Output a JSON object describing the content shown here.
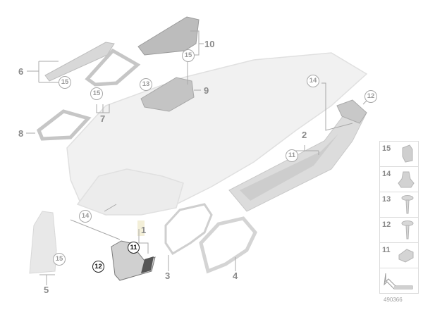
{
  "diagram": {
    "title": "Dashboard trim panels exploded parts diagram",
    "figure_id": "490366",
    "colors": {
      "line": "#a8a8a8",
      "part_fill": "#e6e6e6",
      "part_stroke": "#d0d0d0",
      "label": "#8a8a8a",
      "highlight": "#f3efd8"
    },
    "part_labels": [
      {
        "id": "1",
        "text": "1"
      },
      {
        "id": "2",
        "text": "2"
      },
      {
        "id": "3",
        "text": "3"
      },
      {
        "id": "4",
        "text": "4"
      },
      {
        "id": "5",
        "text": "5"
      },
      {
        "id": "6",
        "text": "6"
      },
      {
        "id": "7",
        "text": "7"
      },
      {
        "id": "8",
        "text": "8"
      },
      {
        "id": "9",
        "text": "9"
      },
      {
        "id": "10",
        "text": "10"
      }
    ],
    "callouts": [
      {
        "text": "15",
        "near": "6"
      },
      {
        "text": "15",
        "near": "7"
      },
      {
        "text": "15",
        "near": "10"
      },
      {
        "text": "13",
        "near": "9"
      },
      {
        "text": "14",
        "near": "dashboard-right"
      },
      {
        "text": "12",
        "near": "2"
      },
      {
        "text": "11",
        "near": "2"
      },
      {
        "text": "14",
        "near": "dashboard-left"
      },
      {
        "text": "15",
        "near": "5"
      },
      {
        "text": "11",
        "near": "1",
        "highlighted": true
      },
      {
        "text": "12",
        "near": "1",
        "highlighted": true
      }
    ],
    "legend": [
      {
        "num": "15",
        "icon": "clip-nut-icon"
      },
      {
        "num": "14",
        "icon": "expanding-nut-icon"
      },
      {
        "num": "13",
        "icon": "screw-icon"
      },
      {
        "num": "12",
        "icon": "screw-icon"
      },
      {
        "num": "11",
        "icon": "clip-icon"
      },
      {
        "num": "",
        "icon": "direction-arrow-icon"
      }
    ]
  }
}
